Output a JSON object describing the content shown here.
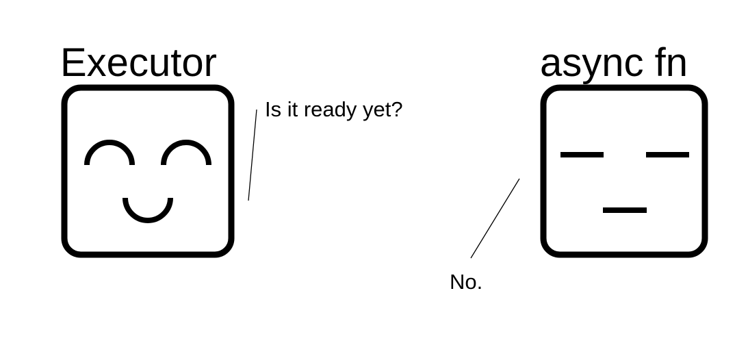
{
  "executor": {
    "title": "Executor",
    "speech": "Is it ready yet?",
    "face_expression": "happy-closed-eyes-smile"
  },
  "async_fn": {
    "title": "async fn",
    "speech": "No.",
    "face_expression": "flat-unamused"
  },
  "colors": {
    "ink": "#000000",
    "background": "#ffffff"
  }
}
